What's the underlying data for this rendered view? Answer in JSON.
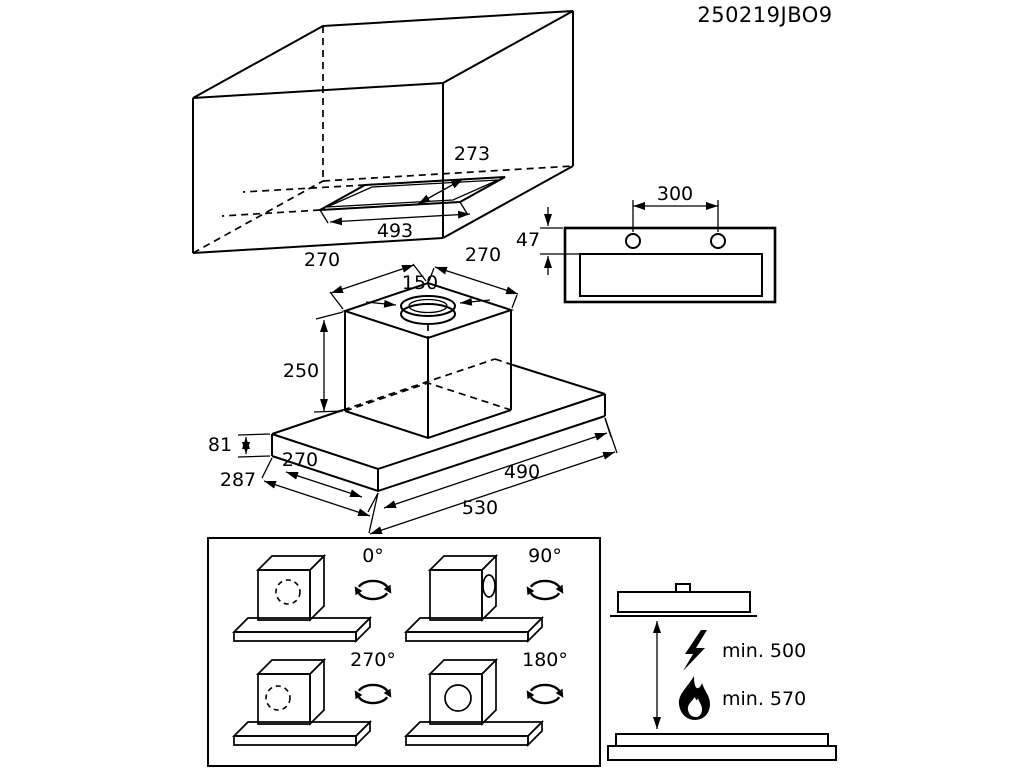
{
  "meta": {
    "background": "#ffffff",
    "ink": "#000000"
  },
  "header": {
    "doc_code": "250219JBO9"
  },
  "cabinet": {
    "cutout_depth": "273",
    "cutout_width": "493"
  },
  "front_view": {
    "hole_spacing": "300",
    "hole_offset": "47"
  },
  "hood": {
    "top_depth": "270",
    "top_width": "270",
    "collar_diameter": "150",
    "duct_height": "250",
    "base_height": "81",
    "base_depth": "287",
    "base_inner_depth": "270",
    "base_width": "490",
    "base_total_width": "530"
  },
  "orientations": {
    "deg0": "0°",
    "deg90": "90°",
    "deg270": "270°",
    "deg180": "180°"
  },
  "clearance": {
    "electric_min": "min. 500",
    "gas_min": "min. 570"
  }
}
